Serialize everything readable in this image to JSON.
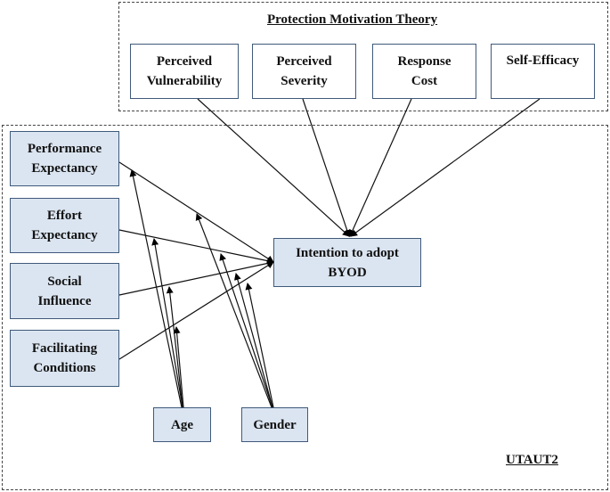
{
  "pmt": {
    "title": "Protection Motivation Theory",
    "constructs": [
      {
        "id": "pv",
        "label": "Perceived\nVulnerability"
      },
      {
        "id": "ps",
        "label": "Perceived\nSeverity"
      },
      {
        "id": "rc",
        "label": "Response\nCost"
      },
      {
        "id": "se",
        "label": "Self-Efficacy"
      }
    ]
  },
  "utaut2": {
    "title": "UTAUT2",
    "constructs": [
      {
        "id": "pe",
        "label": "Performance\nExpectancy"
      },
      {
        "id": "ee",
        "label": "Effort\nExpectancy"
      },
      {
        "id": "si",
        "label": "Social\nInfluence"
      },
      {
        "id": "fc",
        "label": "Facilitating\nConditions"
      }
    ],
    "moderators": [
      {
        "id": "age",
        "label": "Age"
      },
      {
        "id": "gender",
        "label": "Gender"
      }
    ]
  },
  "outcome": {
    "id": "intent",
    "label": "Intention to adopt\nBYOD"
  },
  "edges": [
    {
      "from": "pv",
      "to": "intent"
    },
    {
      "from": "ps",
      "to": "intent"
    },
    {
      "from": "rc",
      "to": "intent"
    },
    {
      "from": "se",
      "to": "intent"
    },
    {
      "from": "pe",
      "to": "intent"
    },
    {
      "from": "ee",
      "to": "intent"
    },
    {
      "from": "si",
      "to": "intent"
    },
    {
      "from": "fc",
      "to": "intent"
    },
    {
      "from": "age",
      "moderates": [
        "pe",
        "ee",
        "si",
        "fc"
      ]
    },
    {
      "from": "gender",
      "moderates": [
        "pe",
        "ee",
        "si",
        "fc"
      ]
    }
  ]
}
